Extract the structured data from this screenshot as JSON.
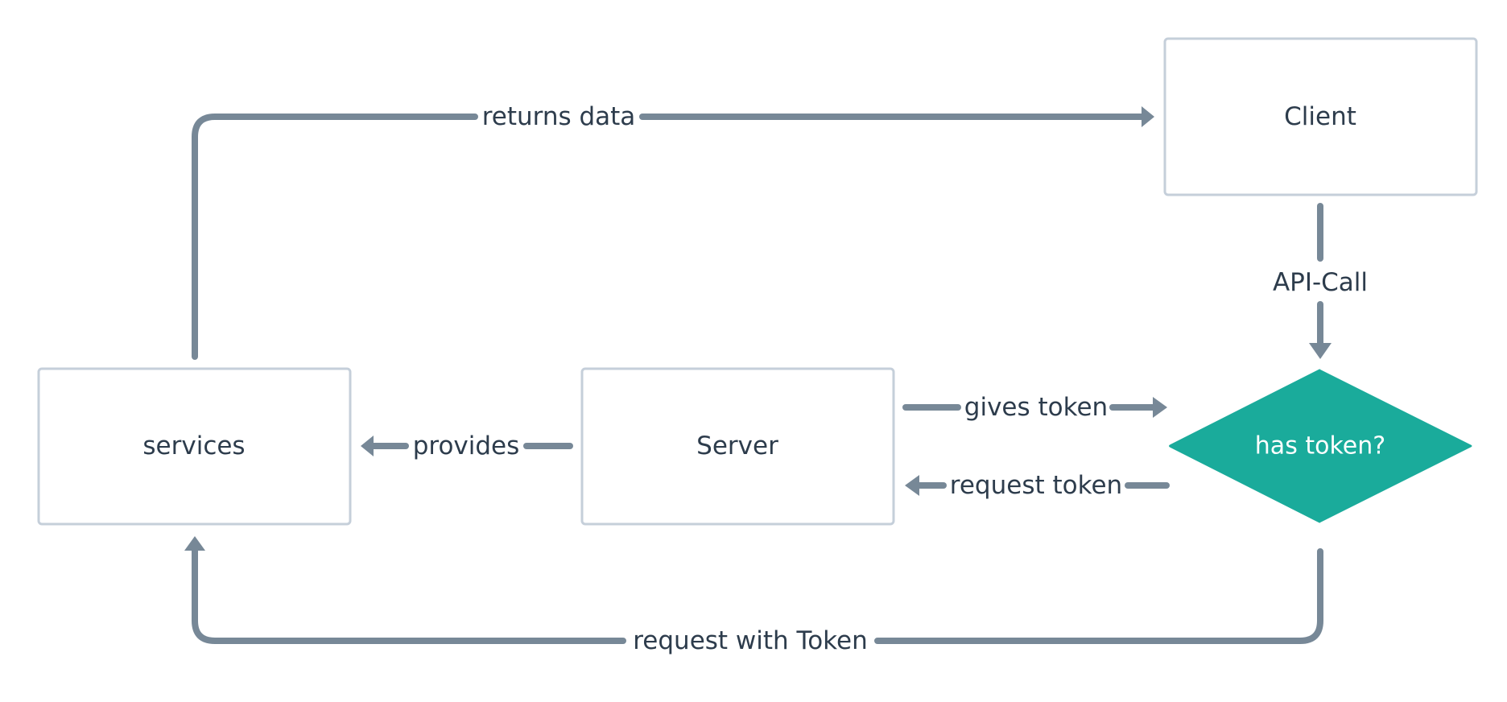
{
  "nodes": {
    "client": "Client",
    "services": "services",
    "server": "Server",
    "decision": "has token?"
  },
  "edges": {
    "returns_data": "returns data",
    "api_call": "API-Call",
    "provides": "provides",
    "gives_token": "gives token",
    "request_token": "request token",
    "request_with_token": "request with Token"
  },
  "colors": {
    "decision_fill": "#1aab9b",
    "edge": "#778897",
    "box_border": "#c5cfda",
    "text": "#2d3c4c"
  }
}
